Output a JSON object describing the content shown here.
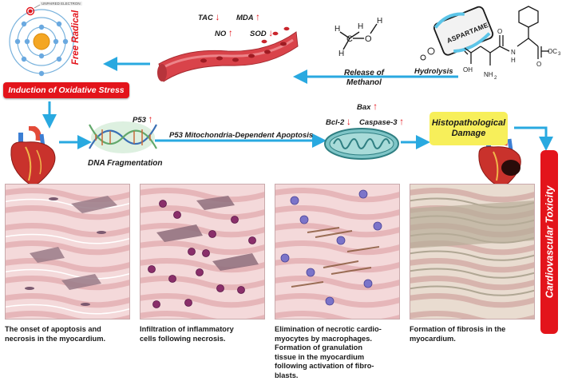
{
  "labels": {
    "free_radical": "Free Radical",
    "unpaired_electron": "UNPAIRED ELECTRON",
    "tac": "TAC",
    "mda": "MDA",
    "no": "NO",
    "sod": "SOD",
    "release_line1": "Release of",
    "release_line2": "Methanol",
    "hydrolysis": "Hydrolysis",
    "aspartame": "ASPARTAME",
    "induction": "Induction of Oxidative Stress",
    "p53": "P53",
    "p53_pathway": "P53 Mitochondria-Dependent Apoptosis",
    "dna_fragmentation": "DNA Fragmentation",
    "bax": "Bax",
    "bcl2": "Bcl-2",
    "caspase3": "Caspase-3",
    "histo_line1": "Histopathological",
    "histo_line2": "Damage",
    "cardio": "Cardiovascular Toxicity"
  },
  "chem": {
    "methanol_h1": "H",
    "methanol_h2": "H",
    "methanol_h3": "H",
    "methanol_c": "C",
    "methanol_o": "O",
    "methanol_h4": "H",
    "oh": "OH",
    "nh2": "NH",
    "nh2_sub": "2",
    "n": "N",
    "h": "H",
    "o": "O",
    "och3": "OC",
    "och3_sub": "3"
  },
  "captions": [
    [
      "The onset of apoptosis and",
      "necrosis in the myocardium."
    ],
    [
      "Infiltration of inflammatory",
      "cells following necrosis."
    ],
    [
      "Elimination of necrotic cardio-",
      "myocytes by macrophages.",
      "Formation of granulation",
      "tissue in the myocardium",
      "following activation of fibro-",
      "blasts."
    ],
    [
      "Formation of fibrosis in the",
      "myocardium."
    ]
  ],
  "colors": {
    "accent_red": "#e3141b",
    "arrow_blue": "#29a9e0",
    "highlight_yellow": "#f7ef5a",
    "tissue_pink": "#f4d9da"
  }
}
